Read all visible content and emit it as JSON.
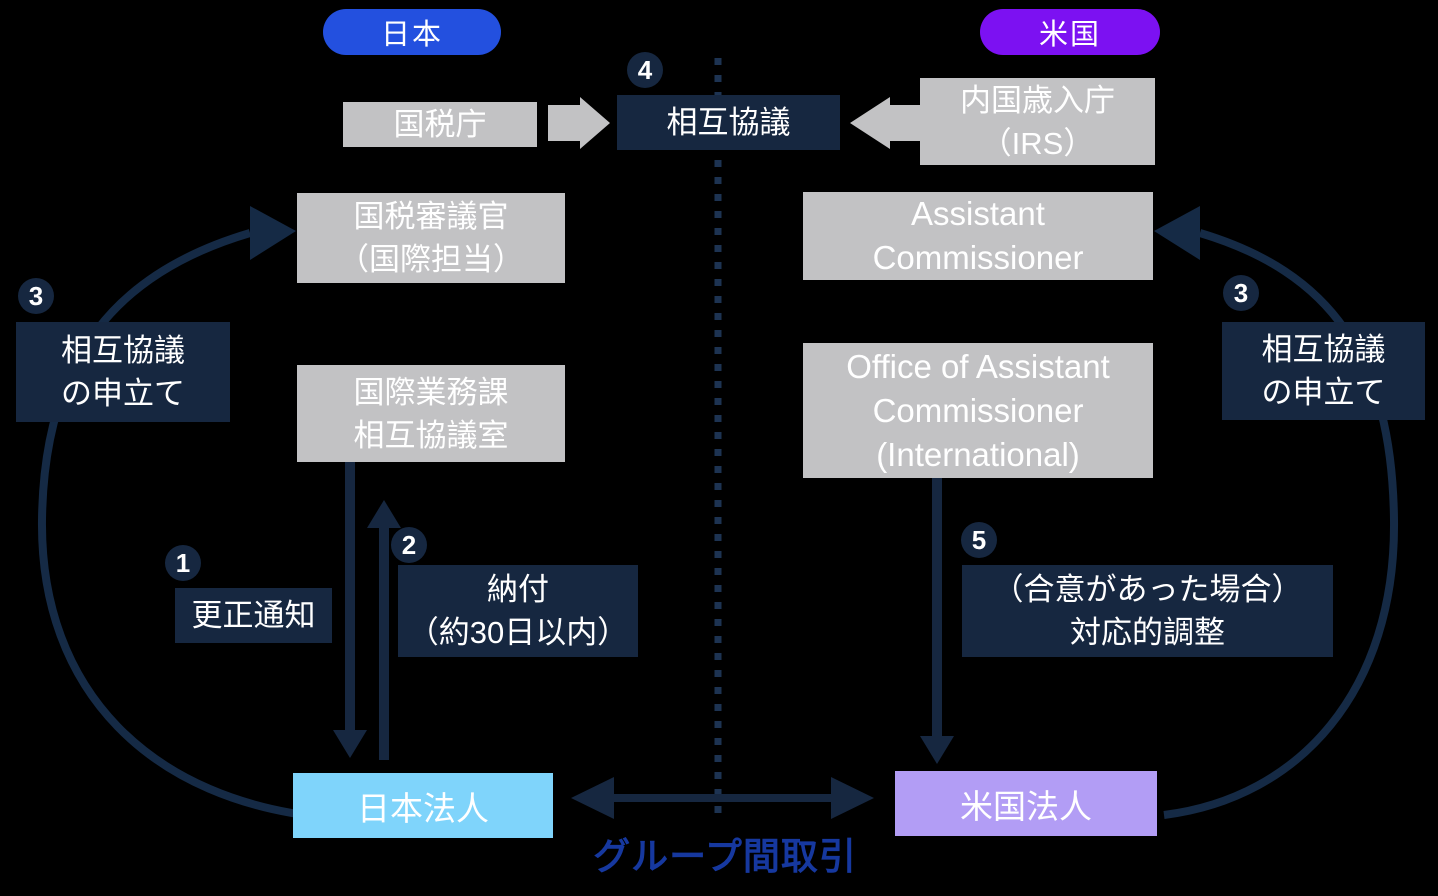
{
  "colors": {
    "background": "#000000",
    "navy": "#162740",
    "gray_box": "#c2c2c4",
    "japan_pill_blue": "#2350df",
    "us_pill_purple": "#7c11f2",
    "japan_entity_blue": "#7fd4fb",
    "us_entity_purple": "#b29df5",
    "transaction_label_blue": "#16389f"
  },
  "country_badges": {
    "japan": "日本",
    "us": "米国"
  },
  "top": {
    "step4": "4",
    "map_box": "相互協議",
    "nta_box": "国税庁",
    "irs_line1": "内国歳入庁",
    "irs_line2": "（IRS）"
  },
  "japan_side": {
    "deputy_line1": "国税審議官",
    "deputy_line2": "（国際担当）",
    "office_line1": "国際業務課",
    "office_line2": "相互協議室",
    "step3": "3",
    "request_line1": "相互協議",
    "request_line2": "の申立て",
    "step1": "1",
    "correction_notice": "更正通知",
    "step2": "2",
    "payment_line1": "納付",
    "payment_line2": "（約30日以内）",
    "entity": "日本法人"
  },
  "us_side": {
    "assistant_line1": "Assistant",
    "assistant_line2": "Commissioner",
    "office_line1": "Office of Assistant",
    "office_line2": "Commissioner",
    "office_line3": "(International)",
    "step3": "3",
    "request_line1": "相互協議",
    "request_line2": "の申立て",
    "step5": "5",
    "adjustment_line1": "（合意があった場合）",
    "adjustment_line2": "対応的調整",
    "entity": "米国法人"
  },
  "bottom": {
    "transaction_label": "グループ間取引"
  }
}
